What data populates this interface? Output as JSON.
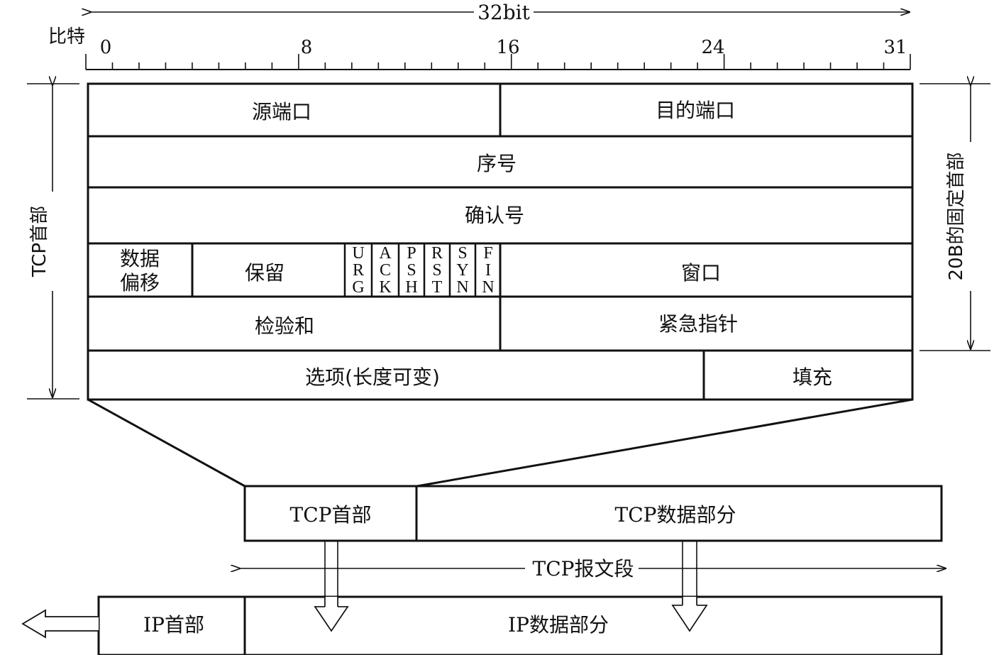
{
  "ruler": {
    "width_label": "32bit",
    "unit_label": "比特",
    "tick_labels": [
      "0",
      "8",
      "16",
      "24",
      "31"
    ]
  },
  "header": {
    "row1": {
      "src_port": "源端口",
      "dst_port": "目的端口"
    },
    "row2": {
      "seq": "序号"
    },
    "row3": {
      "ack_num": "确认号"
    },
    "row4": {
      "data_offset_line1": "数据",
      "data_offset_line2": "偏移",
      "reserved": "保留",
      "flags": [
        {
          "letters": [
            "U",
            "R",
            "G"
          ]
        },
        {
          "letters": [
            "A",
            "C",
            "K"
          ]
        },
        {
          "letters": [
            "P",
            "S",
            "H"
          ]
        },
        {
          "letters": [
            "R",
            "S",
            "T"
          ]
        },
        {
          "letters": [
            "S",
            "Y",
            "N"
          ]
        },
        {
          "letters": [
            "F",
            "I",
            "N"
          ]
        }
      ],
      "window": "窗口"
    },
    "row5": {
      "checksum": "检验和",
      "urgent_ptr": "紧急指针"
    },
    "row6": {
      "options": "选项(长度可变)",
      "padding": "填充"
    }
  },
  "side_labels": {
    "left": "TCP首部",
    "right": "20B的固定首部"
  },
  "segment": {
    "header": "TCP首部",
    "data": "TCP数据部分",
    "span_label": "TCP报文段"
  },
  "ip_packet": {
    "header": "IP首部",
    "data": "IP数据部分"
  }
}
